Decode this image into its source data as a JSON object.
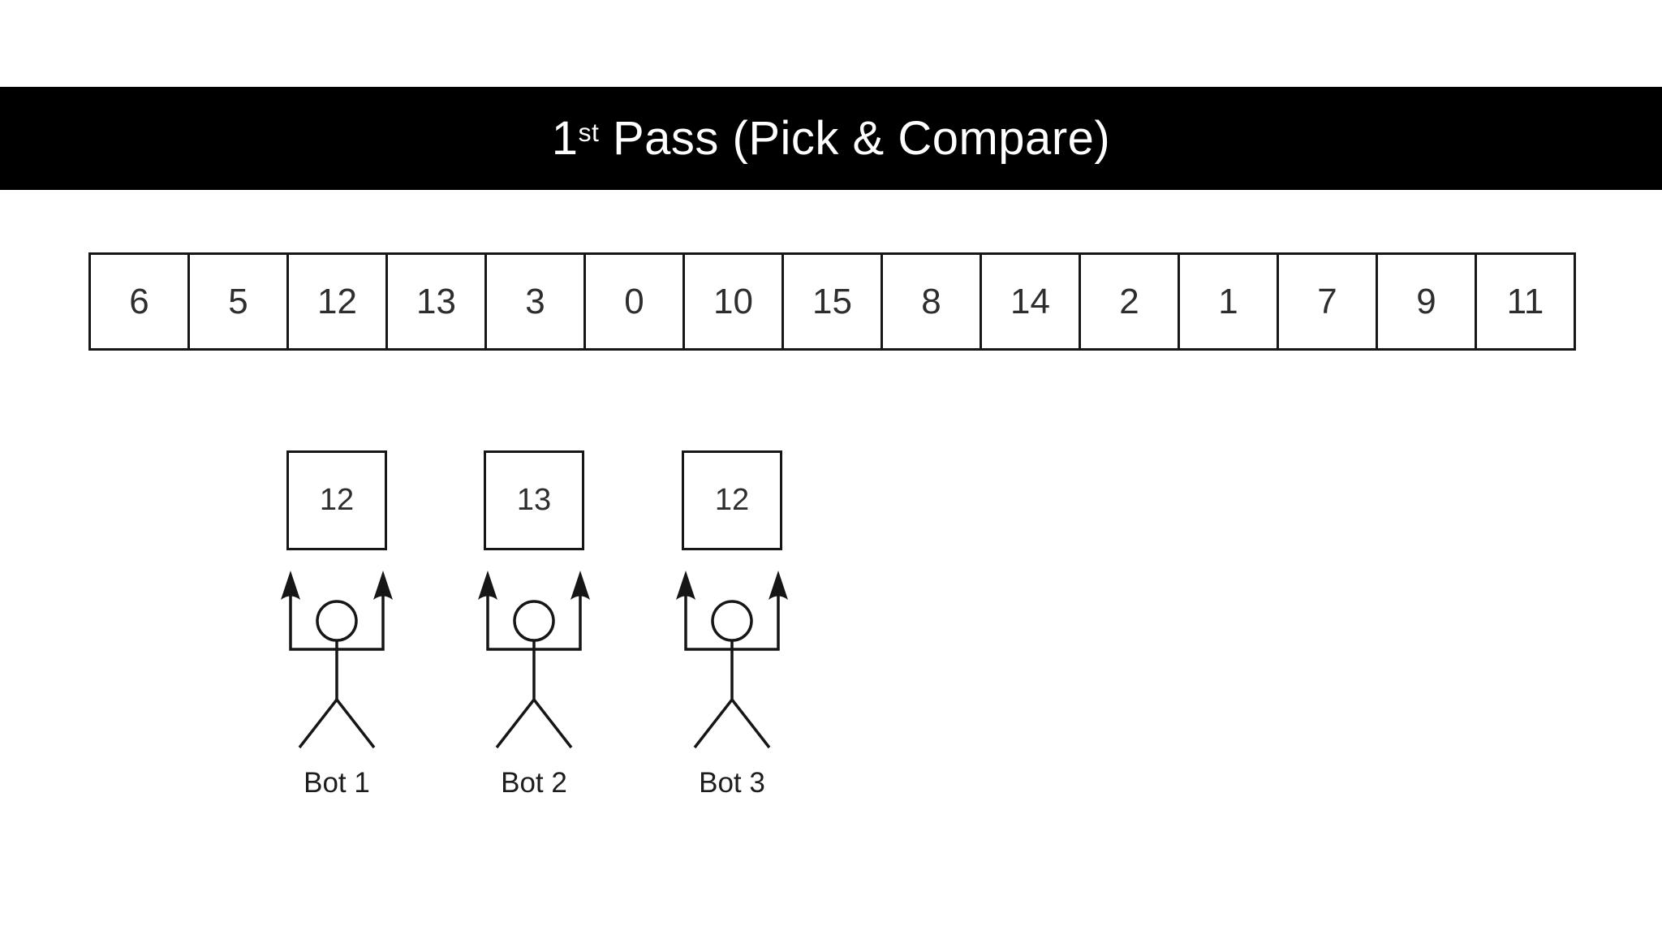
{
  "header": {
    "title_number": "1",
    "title_superscript": "st",
    "title_rest": " Pass (Pick & Compare)"
  },
  "array": {
    "values": [
      "6",
      "5",
      "12",
      "13",
      "3",
      "0",
      "10",
      "15",
      "8",
      "14",
      "2",
      "1",
      "7",
      "9",
      "11"
    ]
  },
  "bots": [
    {
      "held_value": "12",
      "label": "Bot 1"
    },
    {
      "held_value": "13",
      "label": "Bot 2"
    },
    {
      "held_value": "12",
      "label": "Bot 3"
    }
  ],
  "colors": {
    "banner_background": "#000000",
    "banner_text": "#ffffff",
    "line": "#161616",
    "number_text": "#2e2e2e",
    "page_background": "#ffffff"
  }
}
